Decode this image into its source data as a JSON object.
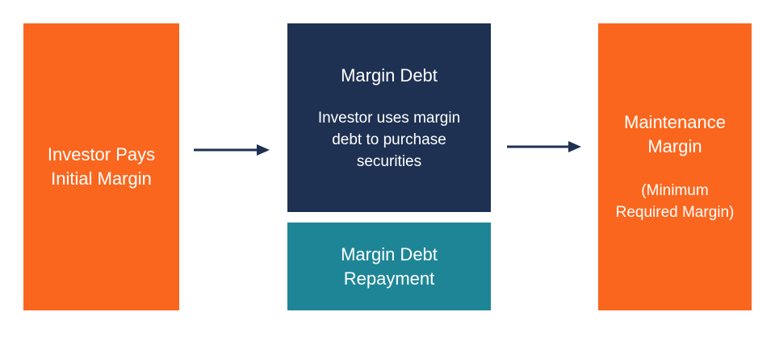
{
  "boxes": {
    "initial_margin": {
      "text": "Investor Pays\nInitial Margin",
      "color": "#fa661e"
    },
    "margin_debt": {
      "title": "Margin Debt",
      "description": "Investor uses margin\ndebt to purchase\nsecurities",
      "color": "#1e3152"
    },
    "repayment": {
      "text": "Margin Debt\nRepayment",
      "color": "#1e8597"
    },
    "maintenance": {
      "title": "Maintenance\nMargin",
      "subtitle": "(Minimum\nRequired Margin)",
      "color": "#fa661e"
    }
  },
  "arrows": {
    "color": "#1e3152",
    "icon": "arrow-right-icon"
  }
}
